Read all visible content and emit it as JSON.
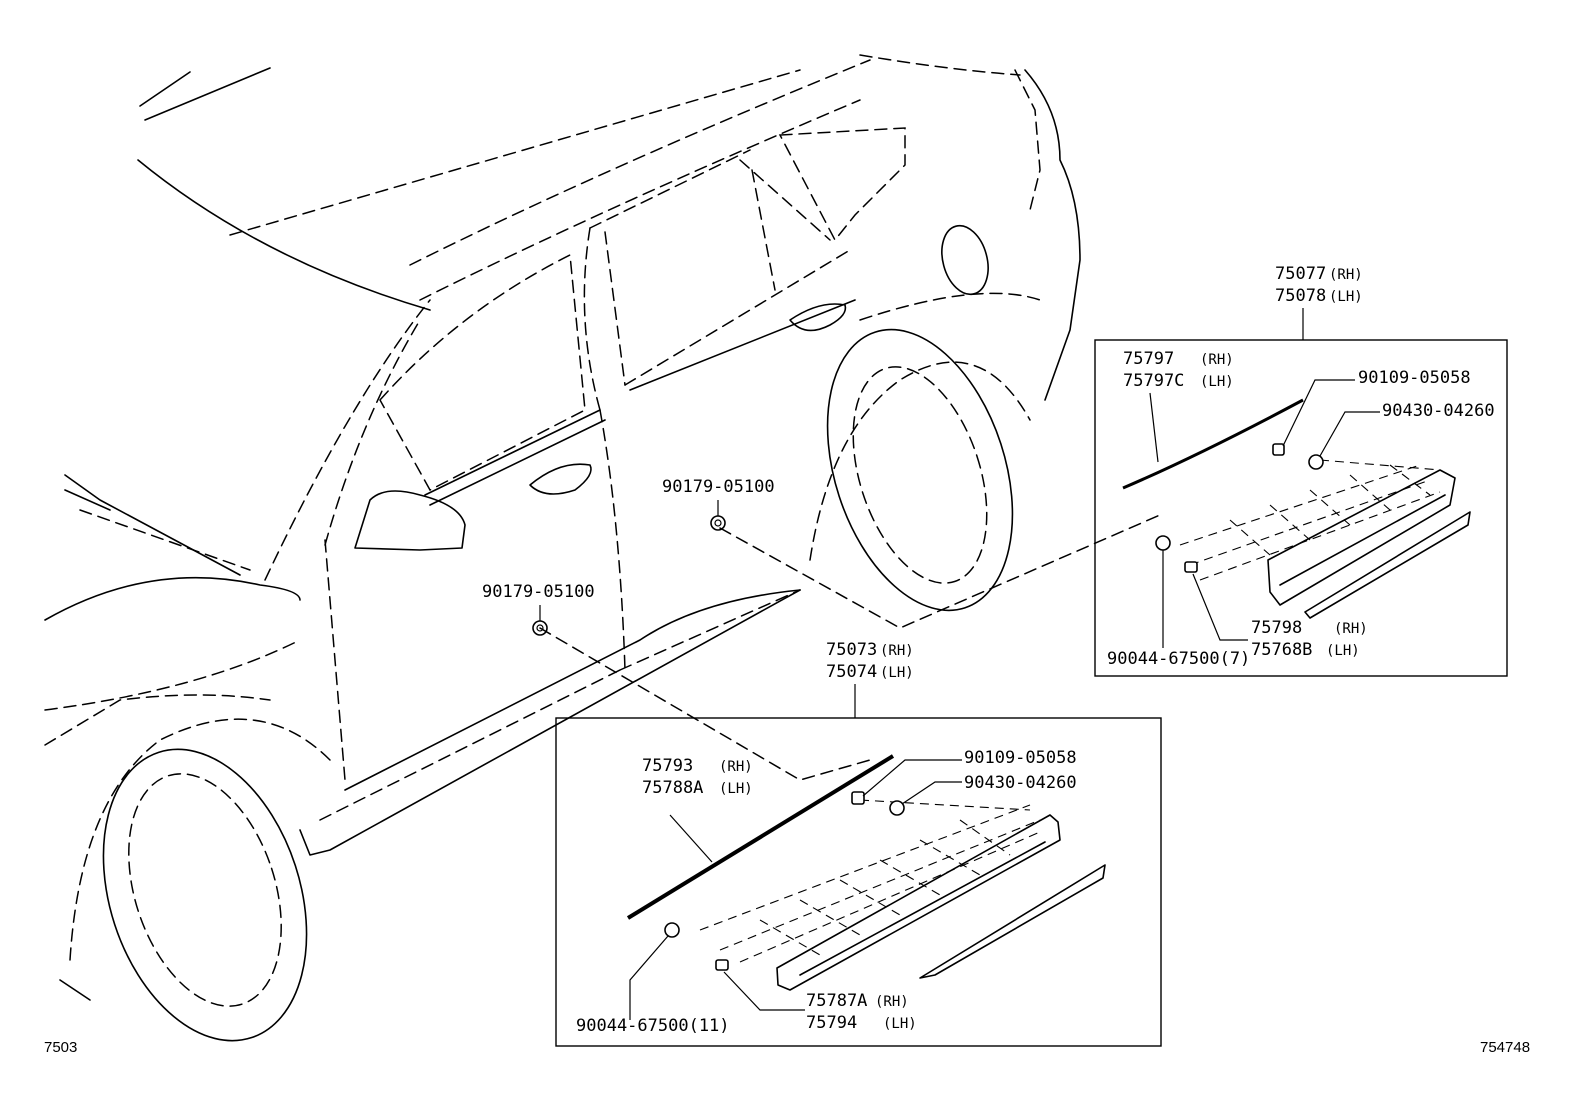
{
  "figure_ids": {
    "left": "7503",
    "right": "754748"
  },
  "callouts": {
    "clip_upper": "90179-05100",
    "clip_lower": "90179-05100",
    "front_assembly": {
      "rh": "75073",
      "rh_tag": "(RH)",
      "lh": "75074",
      "lh_tag": "(LH)"
    },
    "rear_assembly": {
      "rh": "75077",
      "rh_tag": "(RH)",
      "lh": "75078",
      "lh_tag": "(LH)"
    }
  },
  "front_box": {
    "moulding": {
      "rh": "75793",
      "rh_tag": "(RH)",
      "lh": "75788A",
      "lh_tag": "(LH)"
    },
    "clip_a": "90109-05058",
    "clip_b": "90430-04260",
    "clip_c": "90044-67500(11)",
    "garnish": {
      "rh": "75787A",
      "rh_tag": "(RH)",
      "lh": "75794",
      "lh_tag": "(LH)"
    }
  },
  "rear_box": {
    "moulding": {
      "rh": "75797",
      "rh_tag": "(RH)",
      "lh": "75797C",
      "lh_tag": "(LH)"
    },
    "clip_a": "90109-05058",
    "clip_b": "90430-04260",
    "clip_c": "90044-67500(7)",
    "garnish": {
      "rh": "75798",
      "rh_tag": "(RH)",
      "lh": "75768B",
      "lh_tag": "(LH)"
    }
  }
}
